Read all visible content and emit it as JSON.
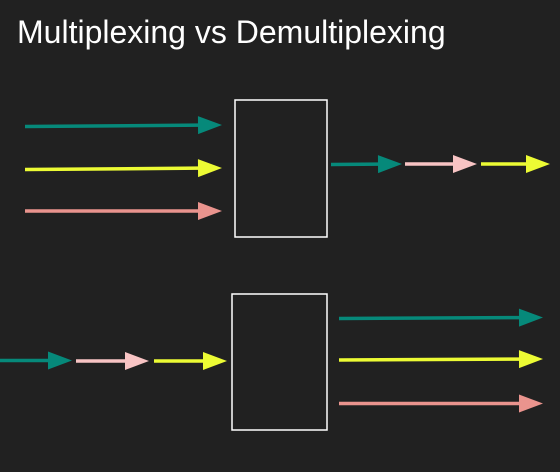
{
  "title": "Multiplexing vs Demultiplexing",
  "colors": {
    "background": "#212121",
    "teal": "#06897a",
    "yellow": "#ecfb34",
    "pink": "#ea948e",
    "light_pink": "#f8c4c4",
    "box_stroke": "#ffffff"
  },
  "diagrams": [
    {
      "name": "multiplexer",
      "inputs": [
        "teal",
        "yellow",
        "pink"
      ],
      "output_sequence": [
        "teal",
        "light_pink",
        "yellow"
      ]
    },
    {
      "name": "demultiplexer",
      "input_sequence": [
        "teal",
        "light_pink",
        "yellow"
      ],
      "outputs": [
        "teal",
        "yellow",
        "pink"
      ]
    }
  ]
}
